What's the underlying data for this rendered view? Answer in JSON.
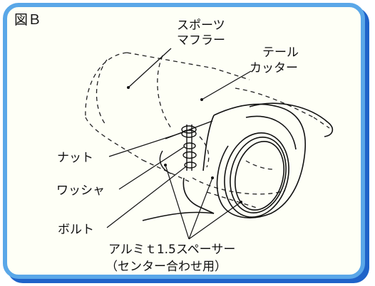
{
  "figure_label": "図Ｂ",
  "labels": {
    "sports_muffler_line1": "スポーツ",
    "sports_muffler_line2": "マフラー",
    "tail_cutter_line1": "テール",
    "tail_cutter_line2": "カッター",
    "nut": "ナット",
    "washer": "ワッシャ",
    "bolt": "ボルト",
    "spacer_line1": "アルミｔ1.5スペーサー",
    "spacer_line2": "（センター合わせ用）"
  },
  "colors": {
    "panel_border": "#5aa7e8",
    "panel_shadow": "#1f63c9",
    "panel_fill": "#fefff6",
    "ink": "#111111"
  }
}
